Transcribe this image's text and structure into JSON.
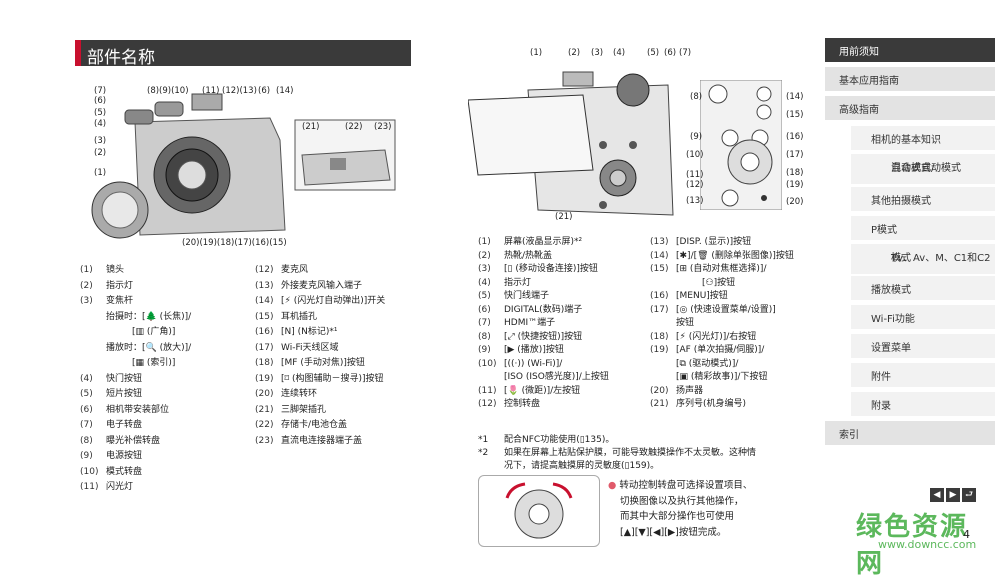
{
  "page_title": "部件名称",
  "front_callouts": {
    "top_left": [
      "(7)",
      "(6)",
      "(5)",
      "(4)",
      "(3)",
      "(2)",
      "(1)"
    ],
    "top_row": [
      "(8)(9)(10)",
      "(11)",
      "(12)(13)",
      "(6)",
      "(14)"
    ],
    "bottom_row": "(20)(19)(18)(17)(16)(15)",
    "inset": [
      "(21)",
      "(22)",
      "(23)"
    ]
  },
  "back_callouts": {
    "top_row": [
      "(1)",
      "(2)",
      "(3)",
      "(4)",
      "(5)",
      "(6)",
      "(7)"
    ],
    "bottom": "(21)",
    "panel_left": [
      "(8)",
      "(9)",
      "(10)",
      "(11)",
      "(12)",
      "(13)"
    ],
    "panel_right": [
      "(14)",
      "(15)",
      "(16)",
      "(17)",
      "(18)",
      "(19)",
      "(20)"
    ]
  },
  "list_front_col1": [
    {
      "n": "(1)",
      "t": "镜头"
    },
    {
      "n": "(2)",
      "t": "指示灯"
    },
    {
      "n": "(3)",
      "t": "变焦杆"
    },
    {
      "n": "",
      "t": "抬摄时：[🌲 (长焦)]/"
    },
    {
      "n": "",
      "t": "[▥ (广角)]"
    },
    {
      "n": "",
      "t": "播放时：[🔍 (放大)]/"
    },
    {
      "n": "",
      "t": "[▦ (索引)]"
    },
    {
      "n": "(4)",
      "t": "快门按钮"
    },
    {
      "n": "(5)",
      "t": "短片按钮"
    },
    {
      "n": "(6)",
      "t": "相机带安装部位"
    },
    {
      "n": "(7)",
      "t": "电子转盘"
    },
    {
      "n": "(8)",
      "t": "曝光补偿转盘"
    },
    {
      "n": "(9)",
      "t": "电源按钮"
    },
    {
      "n": "(10)",
      "t": "模式转盘"
    },
    {
      "n": "(11)",
      "t": "闪光灯"
    }
  ],
  "list_front_col2": [
    {
      "n": "(12)",
      "t": "麦克风"
    },
    {
      "n": "(13)",
      "t": "外接麦克风输入端子"
    },
    {
      "n": "(14)",
      "t": "[⚡ (闪光灯自动弹出)]开关"
    },
    {
      "n": "(15)",
      "t": "耳机插孔"
    },
    {
      "n": "(16)",
      "t": "[N] (N标记)*¹"
    },
    {
      "n": "(17)",
      "t": "Wi-Fi天线区域"
    },
    {
      "n": "(18)",
      "t": "[MF (手动对焦)]按钮"
    },
    {
      "n": "(19)",
      "t": "[⌑ (构图辅助－搜寻)]按钮"
    },
    {
      "n": "(20)",
      "t": "连续转环"
    },
    {
      "n": "(21)",
      "t": "三脚架插孔"
    },
    {
      "n": "(22)",
      "t": "存储卡/电池仓盖"
    },
    {
      "n": "(23)",
      "t": "直流电连接器端子盖"
    }
  ],
  "list_back_col1": [
    {
      "n": "(1)",
      "t": "屏幕(液晶显示屏)*²"
    },
    {
      "n": "(2)",
      "t": "热靴/热靴盖"
    },
    {
      "n": "(3)",
      "t": "[▯ (移动设备连接)]按钮"
    },
    {
      "n": "(4)",
      "t": "指示灯"
    },
    {
      "n": "(5)",
      "t": "快门线端子"
    },
    {
      "n": "(6)",
      "t": "DIGITAL(数码)端子"
    },
    {
      "n": "(7)",
      "t": "HDMI™端子"
    },
    {
      "n": "(8)",
      "t": "[⤢ (快捷按钮)]按钮"
    },
    {
      "n": "(9)",
      "t": "[▶ (播放)]按钮"
    },
    {
      "n": "(10)",
      "t": "[((·)) (Wi-Fi)]/"
    },
    {
      "n": "",
      "t": "[ISO (ISO感光度)]/上按钮"
    },
    {
      "n": "(11)",
      "t": "[🌷 (微距)]/左按钮"
    },
    {
      "n": "(12)",
      "t": "控制转盘"
    }
  ],
  "list_back_col2": [
    {
      "n": "(13)",
      "t": "[DISP. (显示)]按钮"
    },
    {
      "n": "(14)",
      "t": "[✱]/[🗑 (删除单张图像)]按钮"
    },
    {
      "n": "(15)",
      "t": "[⊞ (自动对焦框选择)]/"
    },
    {
      "n": "",
      "t": "[⚇]按钮"
    },
    {
      "n": "(16)",
      "t": "[MENU]按钮"
    },
    {
      "n": "(17)",
      "t": "[◎ (快速设置菜单/设置)]"
    },
    {
      "n": "",
      "t": "按钮"
    },
    {
      "n": "(18)",
      "t": "[⚡ (闪光灯)]/右按钮"
    },
    {
      "n": "(19)",
      "t": "[AF (单次拍摄/伺服)]/"
    },
    {
      "n": "",
      "t": "[⧉ (驱动模式)]/"
    },
    {
      "n": "",
      "t": "[▣ (精彩故事)]/下按钮"
    },
    {
      "n": "(20)",
      "t": "扬声器"
    },
    {
      "n": "(21)",
      "t": "序列号(机身编号)"
    }
  ],
  "footnotes": [
    {
      "n": "*1",
      "t": "配合NFC功能使用(▯135)。"
    },
    {
      "n": "*2",
      "t": "如果在屏幕上粘贴保护膜，可能导致触摸操作不太灵敏。这种情"
    },
    {
      "n": "",
      "t": "况下，请提高触摸屏的灵敏度(▯159)。"
    }
  ],
  "tip_lines": [
    "转动控制转盘可选择设置项目、",
    "切换图像以及执行其他操作，",
    "而其中大部分操作也可使用",
    "[▲][▼][◀][▶]按钮完成。"
  ],
  "sidebar": {
    "items": [
      {
        "label": "用前须知",
        "level": "top"
      },
      {
        "label": "基本应用指南",
        "level": "l1"
      },
      {
        "label": "高级指南",
        "level": "l1"
      },
      {
        "label": "相机的基本知识",
        "level": "l2"
      },
      {
        "label": "自动模式/",
        "label2": "混合式自动模式",
        "level": "l2"
      },
      {
        "label": "其他拍摄模式",
        "level": "l2"
      },
      {
        "label": "P模式",
        "level": "l2"
      },
      {
        "label": "Tv、Av、M、C1和C2",
        "label2": "模式",
        "level": "l2"
      },
      {
        "label": "播放模式",
        "level": "l2"
      },
      {
        "label": "Wi-Fi功能",
        "level": "l2"
      },
      {
        "label": "设置菜单",
        "level": "l2"
      },
      {
        "label": "附件",
        "level": "l2"
      },
      {
        "label": "附录",
        "level": "l2"
      },
      {
        "label": "索引",
        "level": "l1"
      }
    ]
  },
  "nav": {
    "prev": "◀",
    "next": "▶",
    "back": "⮐"
  },
  "page_number": "4",
  "watermark": {
    "main": "绿色资源网",
    "url": "www.downcc.com"
  },
  "colors": {
    "title_bg": "#3a3a3a",
    "accent": "#c8102e",
    "watermark": "#5cb85c"
  }
}
